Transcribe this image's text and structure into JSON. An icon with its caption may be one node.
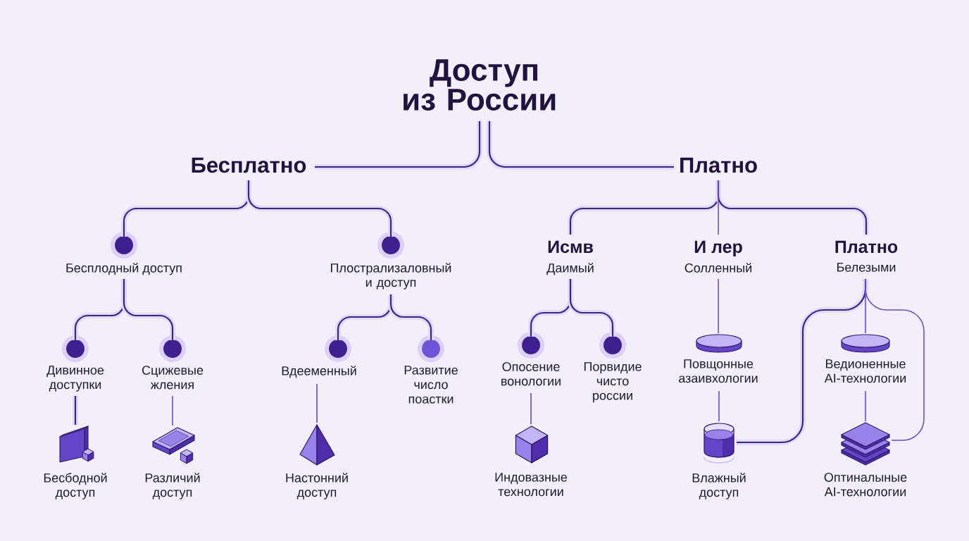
{
  "diagram": {
    "nodes": [
      {
        "text": [
          "Доступ из России"
        ]
      },
      {
        "text": [
          "Бесплатно"
        ]
      },
      {
        "text": [
          "Платно"
        ]
      },
      {
        "text": [
          "Бесплодный доступ"
        ]
      },
      {
        "text": [
          "Плострализаловный и доступ"
        ]
      },
      {
        "text": [
          "Исмв",
          "Даимый"
        ]
      },
      {
        "text": [
          "И лер",
          "Солленный"
        ]
      },
      {
        "text": [
          "Платно",
          "Белезыми"
        ]
      },
      {
        "text": [
          "Дивинное доступки"
        ]
      },
      {
        "text": [
          "Сцижевые жления"
        ]
      },
      {
        "text": [
          "Вдееменный"
        ]
      },
      {
        "text": [
          "Развитие число поастки"
        ]
      },
      {
        "text": [
          "Опосение вонологии"
        ]
      },
      {
        "text": [
          "Порвидие чисто россии"
        ]
      },
      {
        "text": [
          "Повщонные азаивхологии"
        ]
      },
      {
        "text": [
          "Ведионенные AI-технологии"
        ]
      },
      {
        "text": [
          "Бесбодной доступ"
        ]
      },
      {
        "text": [
          "Различий доступ"
        ]
      },
      {
        "text": [
          "Настонний доступ"
        ]
      },
      {
        "text": [
          "Индовазные технологии"
        ]
      },
      {
        "text": [
          "Влажный доступ"
        ]
      },
      {
        "text": [
          "Оптиналыные AI-технологии"
        ]
      }
    ],
    "edges": [
      {
        "from": 0,
        "to": 1,
        "arrow": "none"
      },
      {
        "from": 0,
        "to": 2,
        "arrow": "none"
      },
      {
        "from": 1,
        "to": 3,
        "arrow": "none"
      },
      {
        "from": 1,
        "to": 4,
        "arrow": "none"
      },
      {
        "from": 2,
        "to": 5,
        "arrow": "none"
      },
      {
        "from": 2,
        "to": 6,
        "arrow": "none",
        "color": "#6a4fc0"
      },
      {
        "from": 2,
        "to": 7,
        "arrow": "none"
      },
      {
        "from": 3,
        "to": 8,
        "arrow": "none"
      },
      {
        "from": 3,
        "to": 9,
        "arrow": "none"
      },
      {
        "from": 4,
        "to": 10,
        "arrow": "none"
      },
      {
        "from": 4,
        "to": 11,
        "arrow": "none"
      },
      {
        "from": 5,
        "to": 12,
        "arrow": "none"
      },
      {
        "from": 5,
        "to": 13,
        "arrow": "none"
      },
      {
        "from": 6,
        "to": 14,
        "arrow": "none",
        "color": "#6a4fc0"
      },
      {
        "from": 7,
        "to": 15,
        "arrow": "none",
        "color": "#6a4fc0"
      },
      {
        "from": 7,
        "to": 20,
        "arrow": "none"
      },
      {
        "from": 7,
        "to": 21,
        "arrow": "none",
        "color": "#6a4fc0"
      },
      {
        "from": 8,
        "to": 16,
        "arrow": "none"
      },
      {
        "from": 9,
        "to": 17,
        "arrow": "none",
        "color": "#6a4fc0"
      },
      {
        "from": 10,
        "to": 18,
        "arrow": "none",
        "color": "#6a4fc0"
      },
      {
        "from": 12,
        "to": 19,
        "arrow": "none",
        "color": "#6a4fc0"
      },
      {
        "from": 14,
        "to": 20,
        "arrow": "none",
        "color": "#6a4fc0"
      },
      {
        "from": 15,
        "to": 21,
        "arrow": "none",
        "color": "#6a4fc0"
      }
    ]
  }
}
